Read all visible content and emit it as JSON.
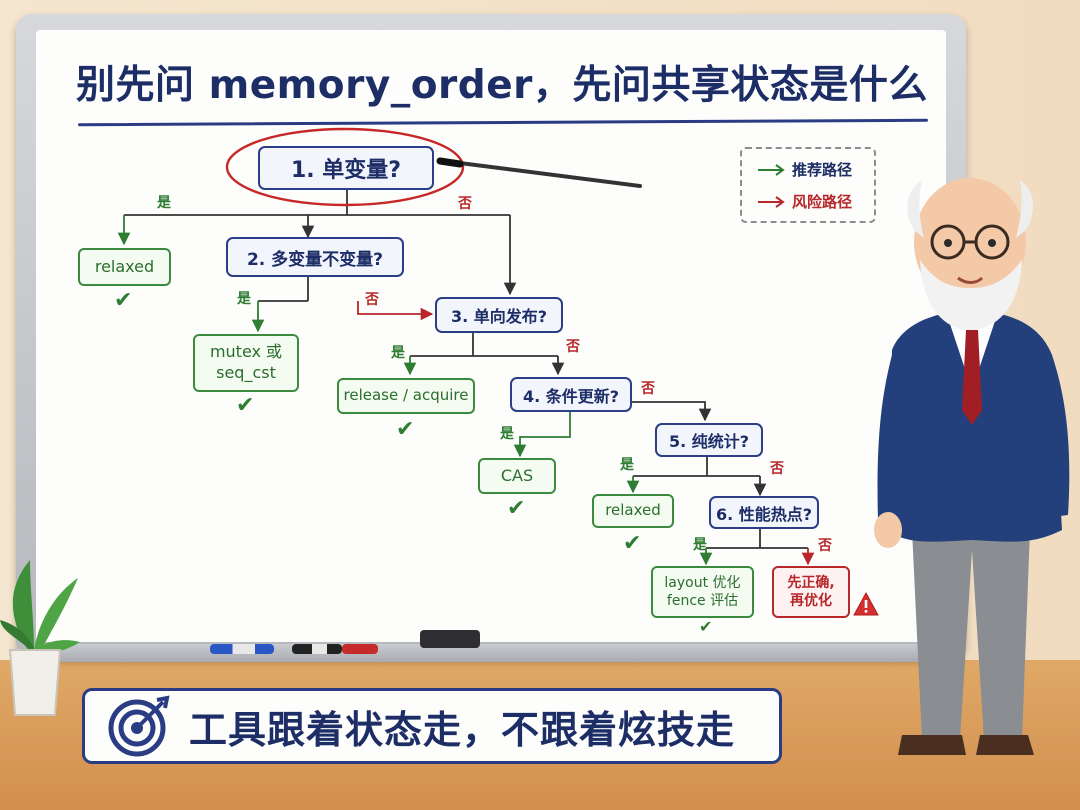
{
  "title": "别先问 memory_order，先问共享状态是什么",
  "legend": {
    "recommended": "推荐路径",
    "risky": "风险路径"
  },
  "colors": {
    "navy": "#1d2e66",
    "green": "#2e7d32",
    "red": "#b8282a",
    "board": "#fdfdfc"
  },
  "labels": {
    "yes": "是",
    "no": "否"
  },
  "questions": {
    "q1": "1. 单变量?",
    "q2": "2. 多变量不变量?",
    "q3": "3. 单向发布?",
    "q4": "4. 条件更新?",
    "q5": "5. 纯统计?",
    "q6": "6. 性能热点?"
  },
  "answers": {
    "a1": "relaxed",
    "a2_line1": "mutex 或",
    "a2_line2": "seq_cst",
    "a3": "release / acquire",
    "a4": "CAS",
    "a5": "relaxed",
    "a6_line1": "layout 优化",
    "a6_line2": "fence 评估",
    "a7_line1": "先正确,",
    "a7_line2": "再优化"
  },
  "banner": {
    "icon": "target-icon",
    "text": "工具跟着状态走，不跟着炫技走"
  }
}
